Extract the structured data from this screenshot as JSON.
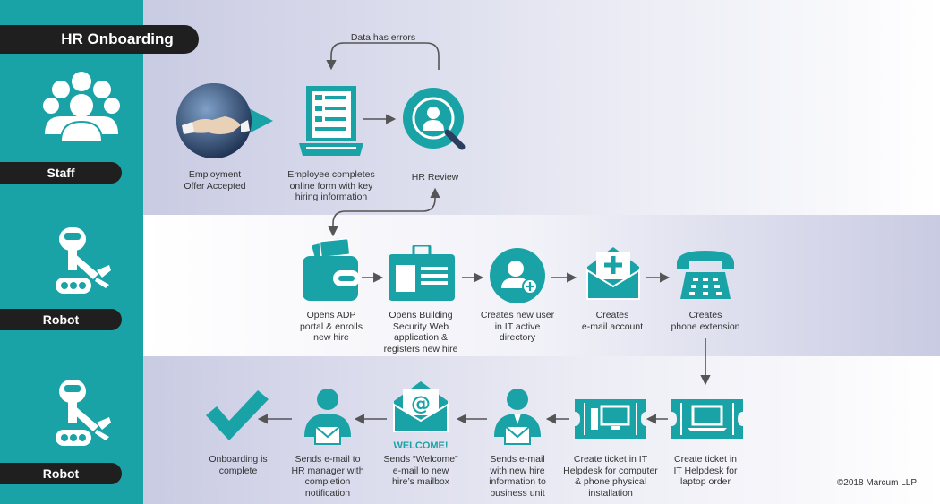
{
  "title": "HR Onboarding",
  "lanes": [
    {
      "label": "Staff"
    },
    {
      "label": "Robot"
    },
    {
      "label": "Robot"
    }
  ],
  "loop_label": "Data has errors",
  "steps": {
    "offer": "Employment\nOffer Accepted",
    "form": "Employee completes\nonline form with key\nhiring information",
    "review": "HR Review",
    "adp": "Opens ADP\nportal & enrolls\nnew hire",
    "building": "Opens Building\nSecurity Web\napplication &\nregisters new hire",
    "ad_user": "Creates new user\nin IT active\ndirectory",
    "email_acct": "Creates\ne-mail account",
    "phone": "Creates\nphone extension",
    "laptop_ticket": "Create ticket in\nIT Helpdesk for\nlaptop order",
    "computer_ticket": "Create ticket in IT\nHelpdesk for computer\n& phone physical\ninstallation",
    "email_bu": "Sends e-mail\nwith new hire\ninformation to\nbusiness unit",
    "welcome": "Sends “Welcome”\ne-mail to new\nhire’s mailbox",
    "email_hr": "Sends e-mail to\nHR manager with\ncompletion\nnotification",
    "complete": "Onboarding is\ncomplete"
  },
  "welcome_badge": "WELCOME!",
  "copyright": "©2018 Marcum LLP",
  "colors": {
    "teal": "#1aa3a6",
    "dark": "#1f1f1f",
    "lavender": "#c9cbe3",
    "arrow": "#555555"
  }
}
